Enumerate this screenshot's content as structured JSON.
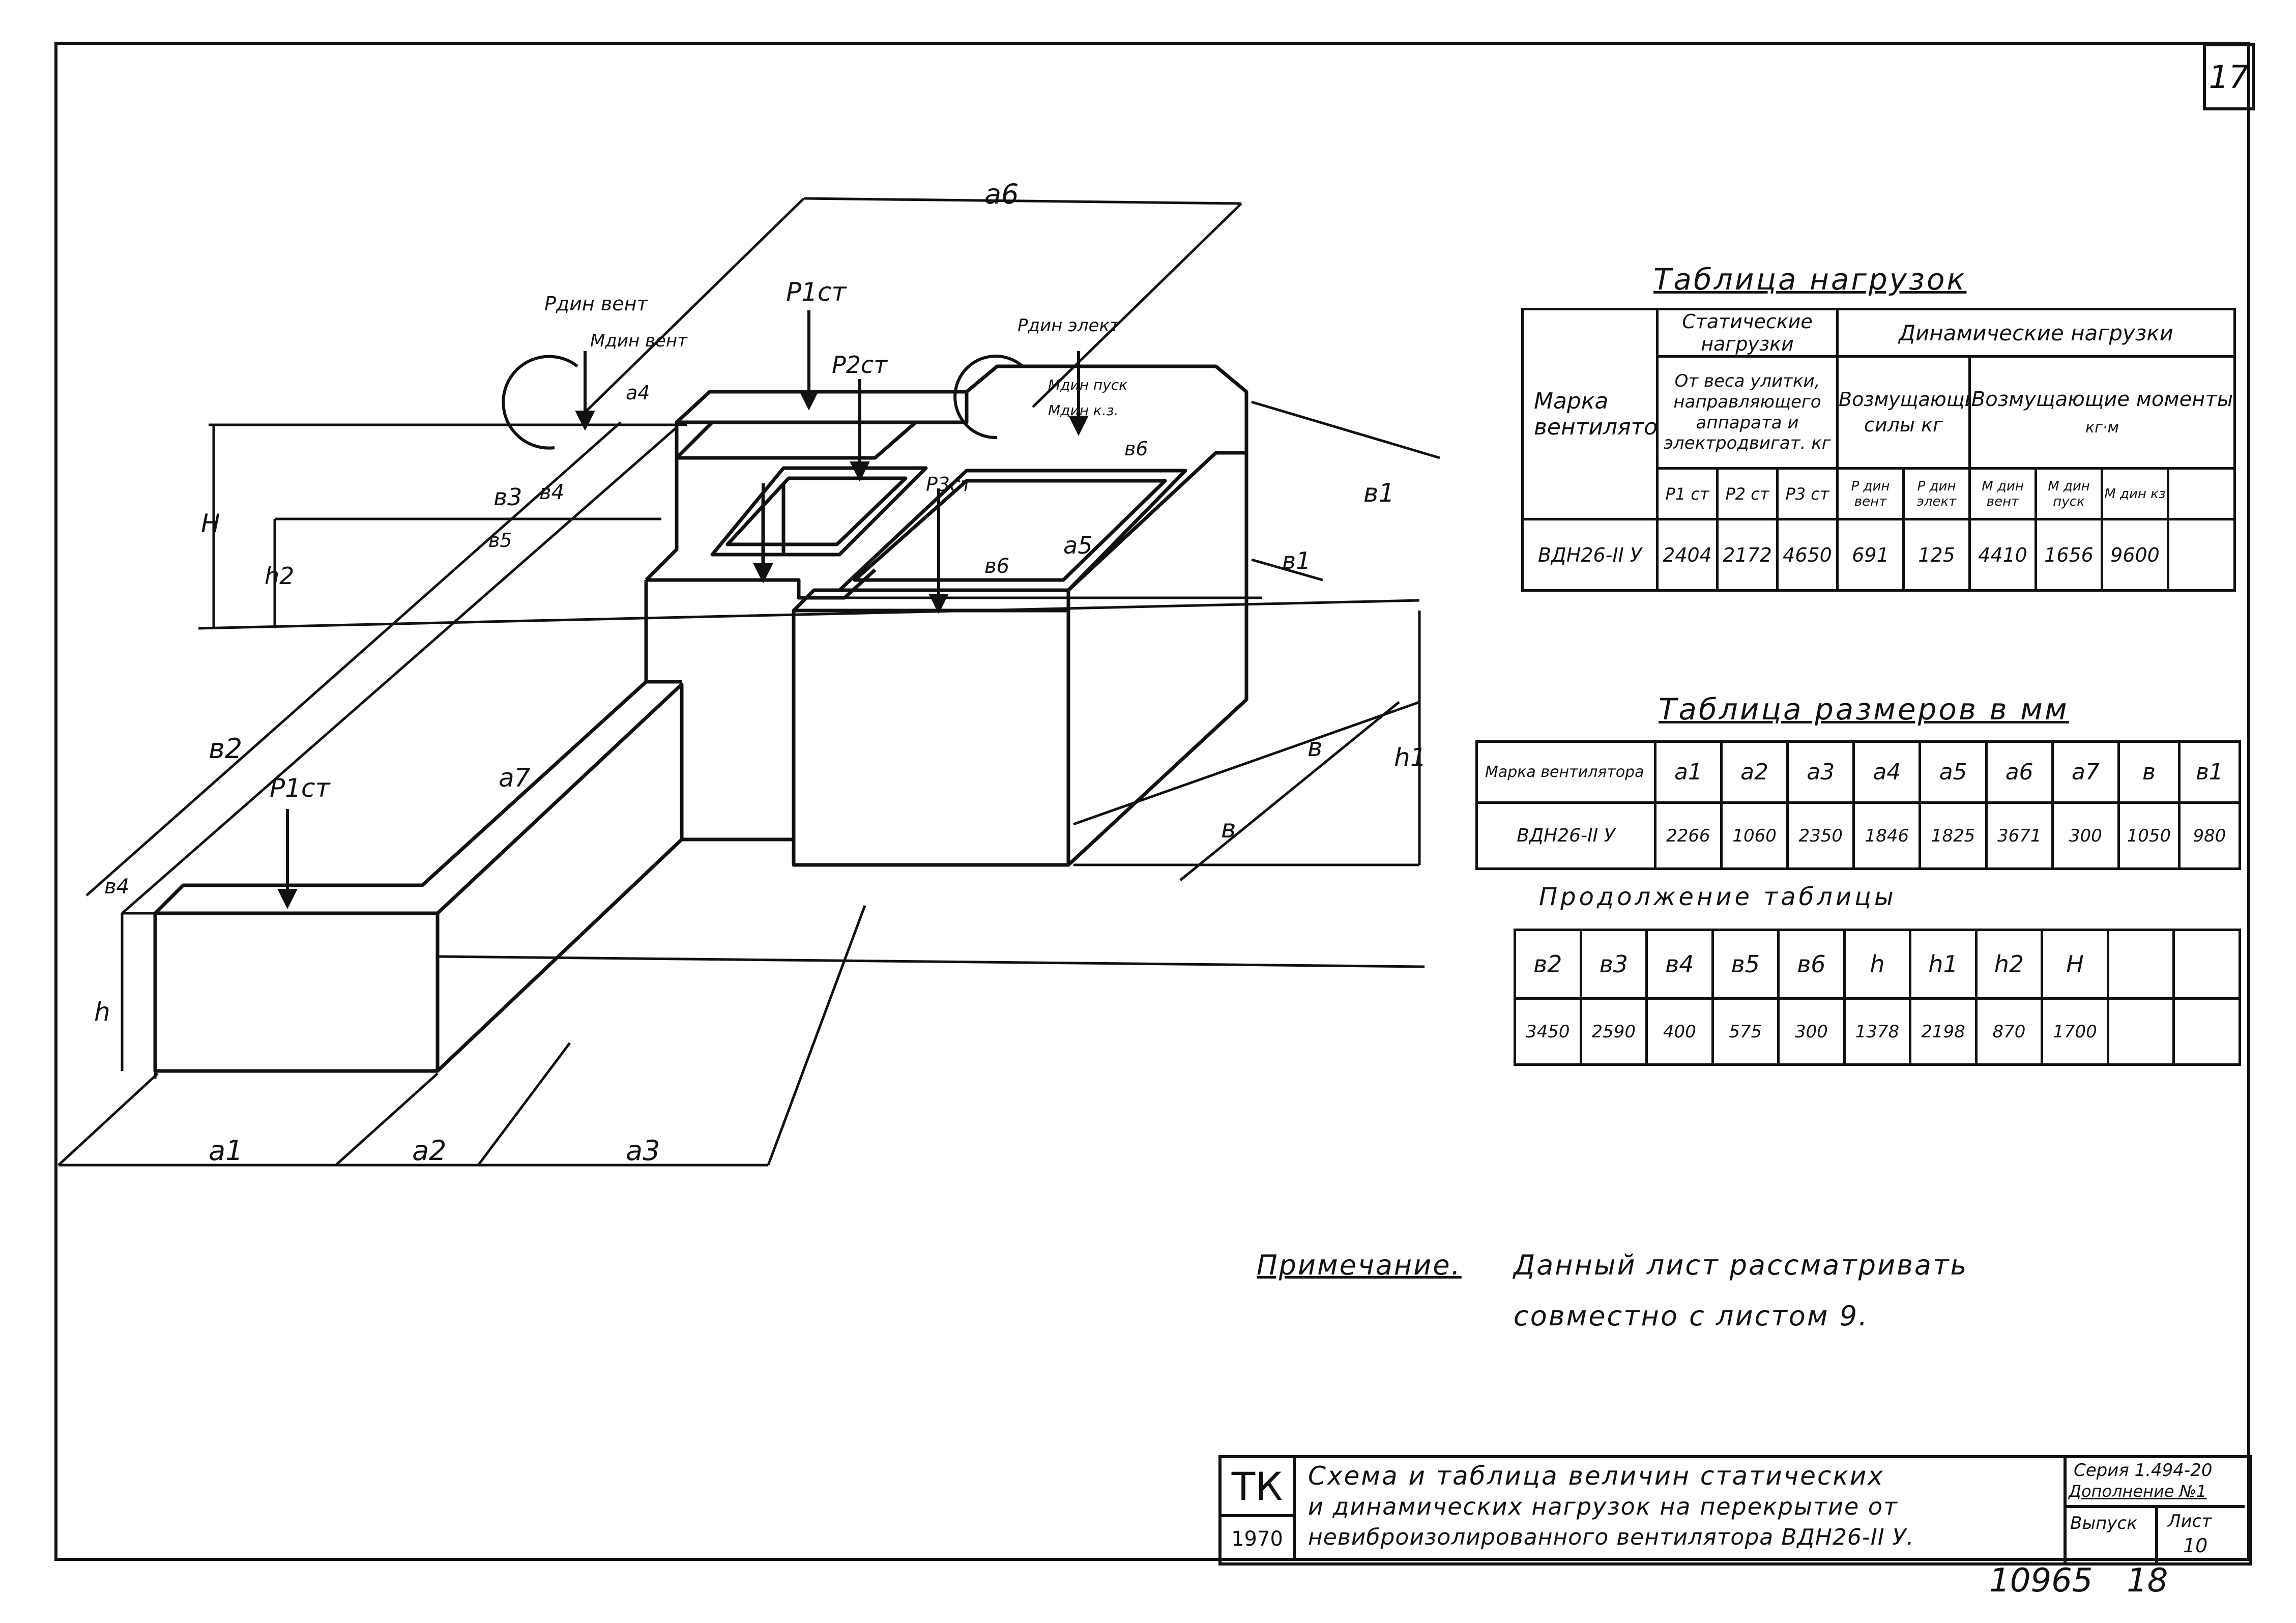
{
  "sheet": {
    "page_number": "17",
    "bottom_inventory_number": "10965",
    "bottom_sheet_number": "18"
  },
  "loads_table": {
    "title": "Таблица нагрузок",
    "col_brand": "Марка вентилятора",
    "group_static": "Статические нагрузки",
    "group_dynamic": "Динамические нагрузки",
    "static_sub": "От веса улитки, направляющего аппарата и электродвигат. кг",
    "forces_sub": "Возмущающие силы кг",
    "moments_sub": "Возмущающие моменты",
    "moments_unit": "кг·м",
    "headers": [
      "P1 ст",
      "P2 ст",
      "P3 ст",
      "P дин вент",
      "P дин элект",
      "M дин вент",
      "M дин пуск",
      "M дин кз"
    ],
    "row": {
      "brand": "ВДН26-II У",
      "values": [
        "2404",
        "2172",
        "4650",
        "691",
        "125",
        "4410",
        "1656",
        "9600"
      ]
    }
  },
  "sizes_table": {
    "title": "Таблица размеров в мм",
    "col_brand": "Марка вентилятора",
    "headers": [
      "a1",
      "a2",
      "a3",
      "a4",
      "a5",
      "a6",
      "a7",
      "в",
      "в1"
    ],
    "row": {
      "brand": "ВДН26-II У",
      "values": [
        "2266",
        "1060",
        "2350",
        "1846",
        "1825",
        "3671",
        "300",
        "1050",
        "980"
      ]
    }
  },
  "continuation": {
    "label": "Продолжение таблицы",
    "headers": [
      "в2",
      "в3",
      "в4",
      "в5",
      "в6",
      "h",
      "h1",
      "h2",
      "H",
      "",
      ""
    ],
    "values": [
      "3450",
      "2590",
      "400",
      "575",
      "300",
      "1378",
      "2198",
      "870",
      "1700",
      "",
      ""
    ]
  },
  "note": {
    "label": "Примечание.",
    "text_line1": "Данный лист рассматривать",
    "text_line2": "совместно с листом 9."
  },
  "title_block": {
    "org": "ТК",
    "year": "1970",
    "description_line1": "Схема и таблица величин статических",
    "description_line2": "и динамических нагрузок на перекрытие от",
    "description_line3": "невиброизолированного вентилятора ВДН26-II У.",
    "series": "Серия 1.494-20",
    "addition": "Дополнение №1",
    "issue_label": "Выпуск",
    "sheet_label": "Лист",
    "sheet_value": "10"
  },
  "diagram_labels": {
    "a6": "a6",
    "a1": "a1",
    "a2": "a2",
    "a3": "a3",
    "a4": "a4",
    "a7": "a7",
    "b1": "в1",
    "b2": "в2",
    "b3": "в3",
    "b4": "в4",
    "b5": "в5",
    "b6": "в6",
    "b": "в",
    "H": "H",
    "h": "h",
    "h1": "h1",
    "h2": "h2",
    "p1": "P1ст",
    "p2": "P2ст",
    "p3": "P3ст",
    "p1b": "P1ст",
    "pvent": "Pдин вент",
    "mvent": "Mдин вент",
    "pelekt": "Pдин элект",
    "mpusk": "Mдин пуск",
    "mkz": "Mдин к.з."
  }
}
